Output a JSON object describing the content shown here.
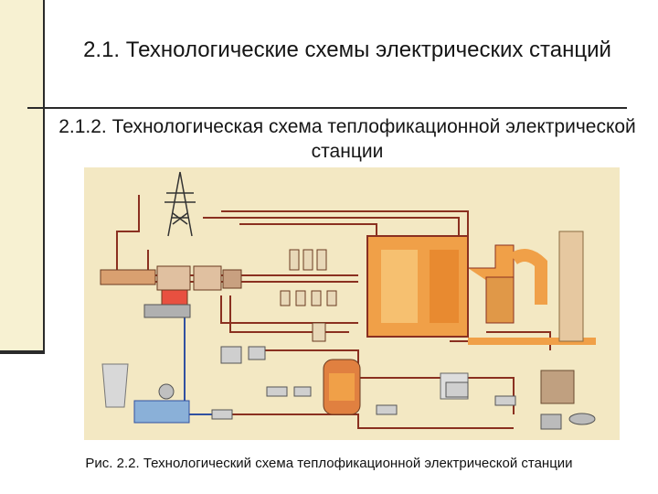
{
  "slide": {
    "title": "2.1. Технологические схемы электрических станций",
    "subtitle": "2.1.2. Технологическая схема теплофикационной электрической станции",
    "caption": "Рис. 2.2. Технологический схема теплофикационной электрической станции"
  },
  "colors": {
    "accent_band": "#f7f1d2",
    "rule": "#2a2a2a",
    "diagram_bg": "#f3e8c3",
    "boiler_orange": "#f0a048",
    "pipe_red": "#8a3020"
  }
}
